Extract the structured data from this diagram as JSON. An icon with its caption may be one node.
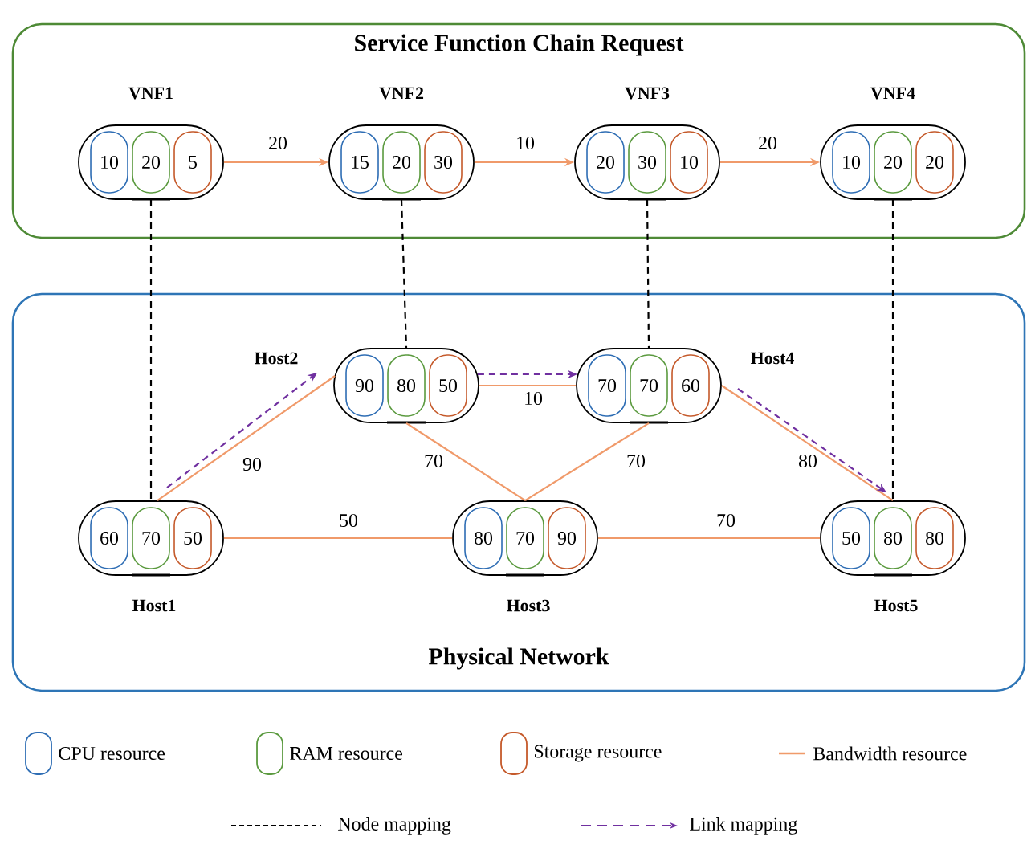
{
  "diagram": {
    "nodes": [
      {
        "text": [
          "Service Function Chain Request"
        ]
      },
      {
        "text": [
          "VNF1"
        ],
        "in": 0
      },
      {
        "text": [
          "10"
        ],
        "in": 1
      },
      {
        "text": [
          "20"
        ],
        "in": 1
      },
      {
        "text": [
          "5"
        ],
        "in": 1
      },
      {
        "text": [
          "VNF2"
        ],
        "in": 0
      },
      {
        "text": [
          "15"
        ],
        "in": 5
      },
      {
        "text": [
          "20"
        ],
        "in": 5
      },
      {
        "text": [
          "30"
        ],
        "in": 5
      },
      {
        "text": [
          "VNF3"
        ],
        "in": 0
      },
      {
        "text": [
          "20"
        ],
        "in": 9
      },
      {
        "text": [
          "30"
        ],
        "in": 9
      },
      {
        "text": [
          "10"
        ],
        "in": 9
      },
      {
        "text": [
          "VNF4"
        ],
        "in": 0
      },
      {
        "text": [
          "10"
        ],
        "in": 13
      },
      {
        "text": [
          "20"
        ],
        "in": 13
      },
      {
        "text": [
          "20"
        ],
        "in": 13
      },
      {
        "text": [
          "Physical Network"
        ]
      },
      {
        "text": [
          "Host2"
        ],
        "in": 17
      },
      {
        "text": [
          "90"
        ],
        "in": 18
      },
      {
        "text": [
          "80"
        ],
        "in": 18
      },
      {
        "text": [
          "50"
        ],
        "in": 18
      },
      {
        "text": [
          "Host4"
        ],
        "in": 17
      },
      {
        "text": [
          "70"
        ],
        "in": 22
      },
      {
        "text": [
          "70"
        ],
        "in": 22
      },
      {
        "text": [
          "60"
        ],
        "in": 22
      },
      {
        "text": [
          "Host1"
        ],
        "in": 17
      },
      {
        "text": [
          "60"
        ],
        "in": 26
      },
      {
        "text": [
          "70"
        ],
        "in": 26
      },
      {
        "text": [
          "50"
        ],
        "in": 26
      },
      {
        "text": [
          "Host3"
        ],
        "in": 17
      },
      {
        "text": [
          "80"
        ],
        "in": 30
      },
      {
        "text": [
          "70"
        ],
        "in": 30
      },
      {
        "text": [
          "90"
        ],
        "in": 30
      },
      {
        "text": [
          "Host5"
        ],
        "in": 17
      },
      {
        "text": [
          "50"
        ],
        "in": 34
      },
      {
        "text": [
          "80"
        ],
        "in": 34
      },
      {
        "text": [
          "80"
        ],
        "in": 34
      }
    ],
    "edges": [
      {
        "from": 1,
        "to": 5,
        "arrow": "to",
        "label": "20"
      },
      {
        "from": 5,
        "to": 9,
        "arrow": "to",
        "label": "10"
      },
      {
        "from": 9,
        "to": 13,
        "arrow": "to",
        "label": "20"
      },
      {
        "from": 1,
        "to": 26,
        "arrow": "none",
        "style": "dashed",
        "color": "#000000"
      },
      {
        "from": 5,
        "to": 18,
        "arrow": "none",
        "style": "dashed",
        "color": "#000000"
      },
      {
        "from": 9,
        "to": 22,
        "arrow": "none",
        "style": "dashed",
        "color": "#000000"
      },
      {
        "from": 13,
        "to": 34,
        "arrow": "none",
        "style": "dashed",
        "color": "#000000"
      },
      {
        "from": 26,
        "to": 18,
        "arrow": "none",
        "label": "90"
      },
      {
        "from": 18,
        "to": 22,
        "arrow": "none",
        "label": "10"
      },
      {
        "from": 18,
        "to": 30,
        "arrow": "none",
        "label": "70"
      },
      {
        "from": 22,
        "to": 30,
        "arrow": "none",
        "label": "70"
      },
      {
        "from": 22,
        "to": 34,
        "arrow": "none",
        "label": "80"
      },
      {
        "from": 26,
        "to": 30,
        "arrow": "none",
        "label": "50"
      },
      {
        "from": 30,
        "to": 34,
        "arrow": "none",
        "label": "70"
      },
      {
        "from": 26,
        "to": 18,
        "arrow": "to",
        "style": "dashed",
        "color": "#7030a0"
      },
      {
        "from": 18,
        "to": 22,
        "arrow": "to",
        "style": "dashed",
        "color": "#7030a0"
      },
      {
        "from": 22,
        "to": 34,
        "arrow": "to",
        "style": "dashed",
        "color": "#7030a0"
      }
    ],
    "legend": [
      {
        "text": "CPU resource"
      },
      {
        "text": "RAM resource"
      },
      {
        "text": "Storage resource"
      },
      {
        "text": "Bandwidth resource"
      },
      {
        "text": "Node mapping"
      },
      {
        "text": "Link mapping"
      }
    ]
  }
}
